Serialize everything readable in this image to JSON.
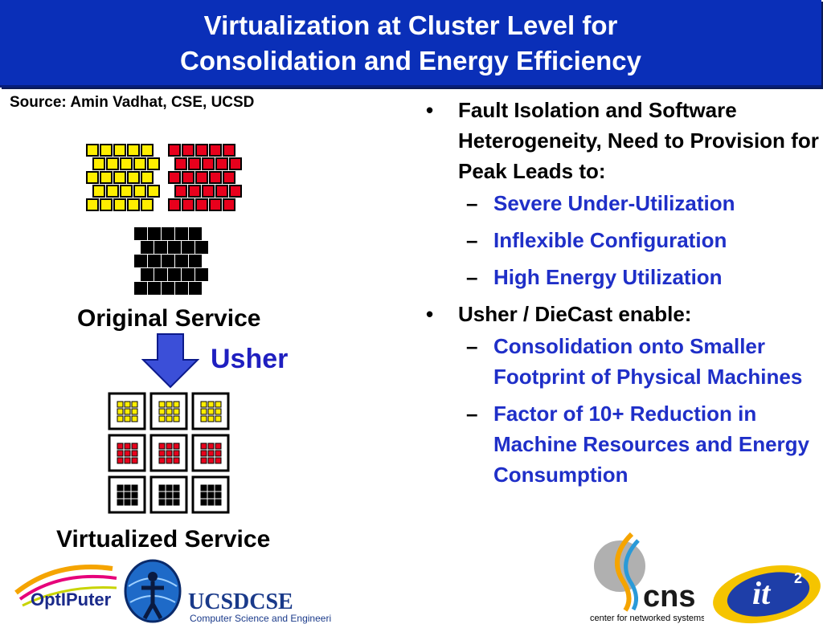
{
  "title": {
    "line1": "Virtualization at Cluster Level for",
    "line2": "Consolidation and Energy Efficiency"
  },
  "source": "Source: Amin Vadhat, CSE, UCSD",
  "diagram": {
    "original_label": "Original Service",
    "usher_label": "Usher",
    "virtualized_label": "Virtualized Service",
    "colors": {
      "yellow": "#ffee00",
      "red": "#e8001c",
      "black": "#000000",
      "arrow": "#3b4fd8"
    }
  },
  "bullets": [
    {
      "text": "Fault Isolation and Software Heterogeneity, Need to Provision for Peak Leads to:",
      "sub": [
        "Severe Under-Utilization",
        "Inflexible Configuration",
        "High Energy Utilization"
      ]
    },
    {
      "text": "Usher / DieCast enable:",
      "sub": [
        "Consolidation onto Smaller Footprint of Physical Machines",
        "Factor of 10+ Reduction in Machine Resources and Energy Consumption"
      ]
    }
  ],
  "logos": {
    "optiputer": "OptIPuter",
    "ucsd_cse": "UCSDCSE",
    "ucsd_cse_sub": "Computer Science and Engineering",
    "cns": "cns",
    "cns_sub": "center for networked systems",
    "it2": "it",
    "it2_sup": "2"
  }
}
